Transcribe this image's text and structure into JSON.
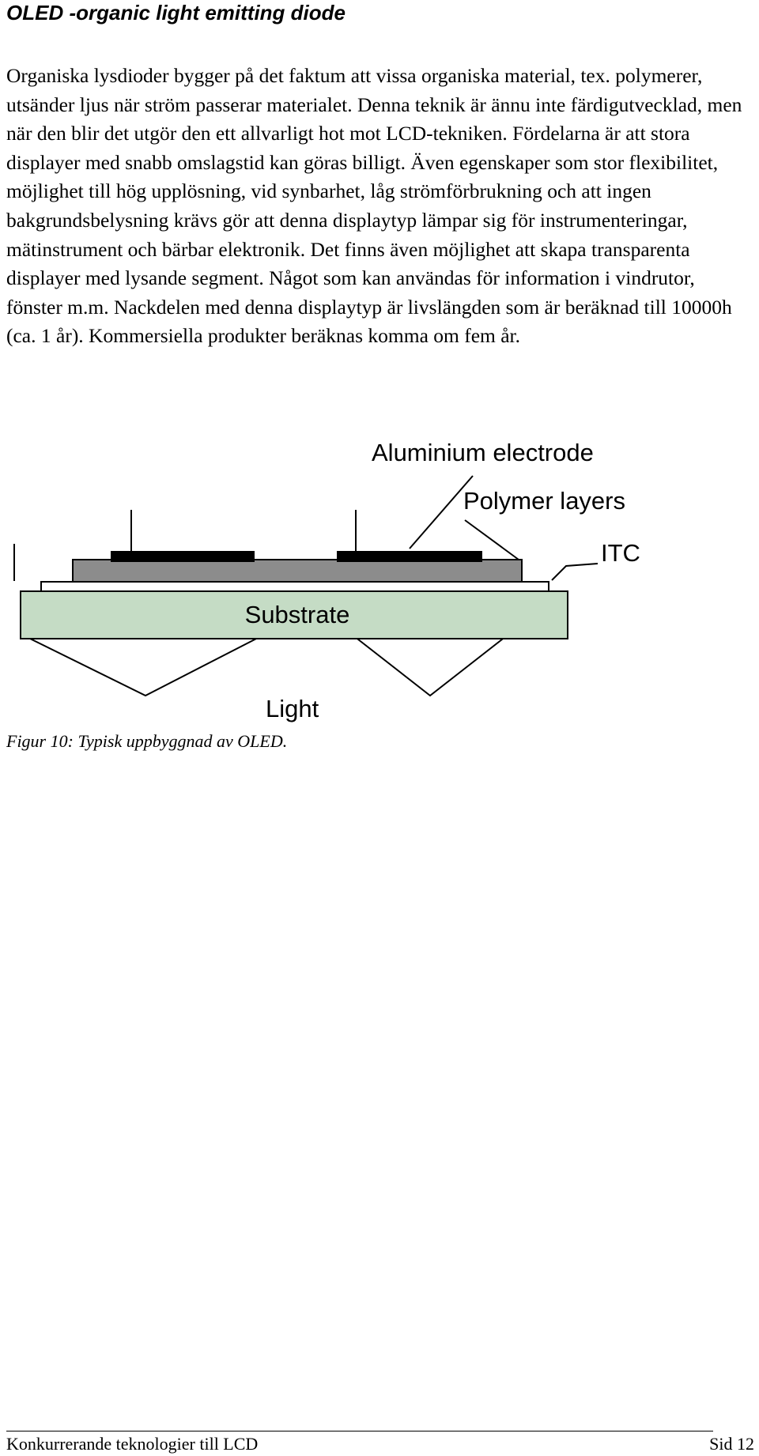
{
  "heading": "OLED -organic light emitting diode",
  "body_paragraph": "Organiska lysdioder bygger på det faktum att vissa organiska material, tex. polymerer, utsänder ljus när ström passerar materialet. Denna teknik är ännu inte färdigutvecklad, men när den blir det utgör den ett allvarligt hot mot LCD-tekniken. Fördelarna är att stora displayer med snabb omslagstid kan göras billigt. Även egenskaper som stor flexibilitet, möjlighet till hög upplösning, vid synbarhet, låg strömförbrukning och att ingen bakgrundsbelysning krävs gör att denna displaytyp lämpar sig för instrumenteringar, mätinstrument och bärbar elektronik. Det finns även möjlighet att skapa transparenta displayer med lysande segment. Något som kan användas för information i vindrutor, fönster m.m. Nackdelen med denna displaytyp är livslängden som är beräknad till 10000h (ca. 1 år). Kommersiella produkter beräknas komma om fem år.",
  "figure": {
    "labels": {
      "aluminium": "Aluminium electrode",
      "polymer": "Polymer layers",
      "itc": "ITC",
      "substrate": "Substrate",
      "light": "Light"
    },
    "colors": {
      "electrode": "#000000",
      "polymer": "#8c8c8c",
      "itc": "#ffffff",
      "substrate": "#c5dcc5",
      "outline": "#000000"
    }
  },
  "caption": "Figur 10:  Typisk uppbyggnad av OLED.",
  "footer": {
    "left": "Konkurrerande teknologier till LCD",
    "right": "Sid 12"
  }
}
